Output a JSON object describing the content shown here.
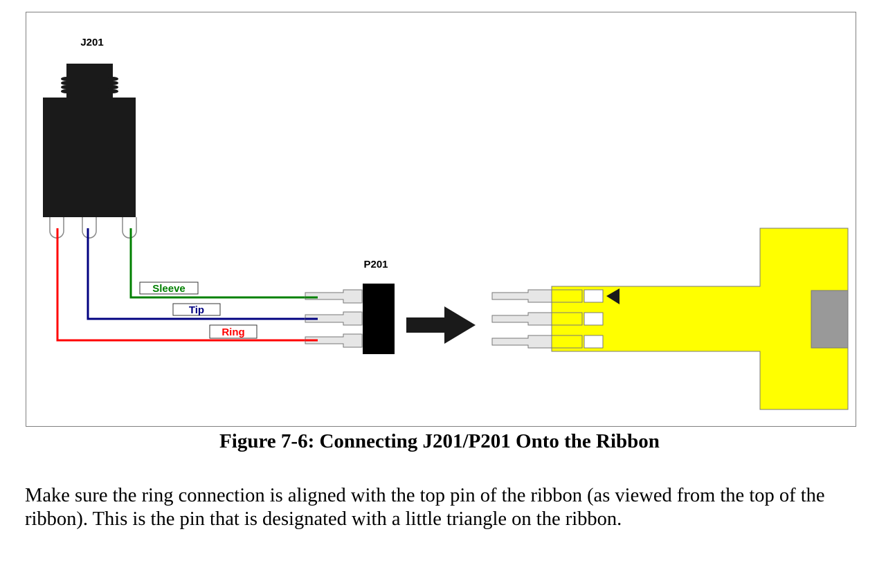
{
  "figure": {
    "caption": "Figure 7-6:  Connecting J201/P201 Onto the Ribbon",
    "jack_label": "J201",
    "plug_label": "P201",
    "wires": [
      {
        "name": "Sleeve",
        "color": "#008000"
      },
      {
        "name": "Tip",
        "color": "#000080"
      },
      {
        "name": "Ring",
        "color": "#ff0000"
      }
    ],
    "ribbon_color": "#ffff00",
    "connector_color": "#1a1a1a",
    "pin_color": "#e6e6e6",
    "marker": "triangle-pointer-top-pin"
  },
  "body_text": "Make sure the ring connection is aligned with the top pin of the ribbon (as viewed from the top of the ribbon).  This is the pin that is designated with a little triangle on the ribbon."
}
